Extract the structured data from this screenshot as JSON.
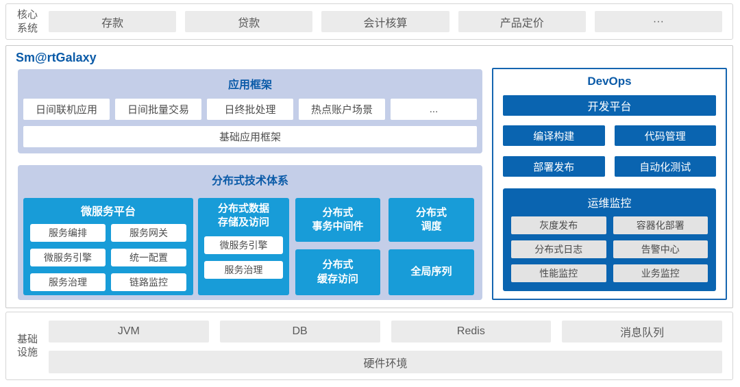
{
  "colors": {
    "accent_text_blue": "#0b5ba8",
    "cyan_block": "#189cd8",
    "dark_blue_block": "#0a64b0",
    "devops_border": "#1565b0",
    "lavender_panel": "#c4cee8",
    "gray_box": "#ebebeb"
  },
  "core_system": {
    "label_line1": "核心",
    "label_line2": "系统",
    "items": [
      "存款",
      "贷款",
      "会计核算",
      "产品定价",
      "···"
    ]
  },
  "galaxy": {
    "title": "Sm@rtGalaxy",
    "app_framework": {
      "title": "应用框架",
      "items": [
        "日间联机应用",
        "日间批量交易",
        "日终批处理",
        "热点账户场景",
        "..."
      ],
      "base": "基础应用框架"
    },
    "distributed": {
      "title": "分布式技术体系",
      "microservice_platform": {
        "title": "微服务平台",
        "items": [
          "服务编排",
          "服务网关",
          "微服务引擎",
          "统一配置",
          "服务治理",
          "链路监控"
        ]
      },
      "data_storage": {
        "title_line1": "分布式数据",
        "title_line2": "存储及访问",
        "items": [
          "微服务引擎",
          "服务治理"
        ]
      },
      "blocks": [
        {
          "line1": "分布式",
          "line2": "事务中间件"
        },
        {
          "line1": "分布式",
          "line2": "调度"
        },
        {
          "line1": "分布式",
          "line2": "缓存访问"
        },
        {
          "line1": "全局序列"
        }
      ]
    },
    "devops": {
      "title": "DevOps",
      "platform": "开发平台",
      "tools": [
        "编译构建",
        "代码管理",
        "部署发布",
        "自动化测试"
      ],
      "monitoring": {
        "title": "运维监控",
        "items": [
          "灰度发布",
          "容器化部署",
          "分布式日志",
          "告警中心",
          "性能监控",
          "业务监控"
        ]
      }
    }
  },
  "infrastructure": {
    "label_line1": "基础",
    "label_line2": "设施",
    "items": [
      "JVM",
      "DB",
      "Redis",
      "消息队列"
    ],
    "base": "硬件环境"
  }
}
